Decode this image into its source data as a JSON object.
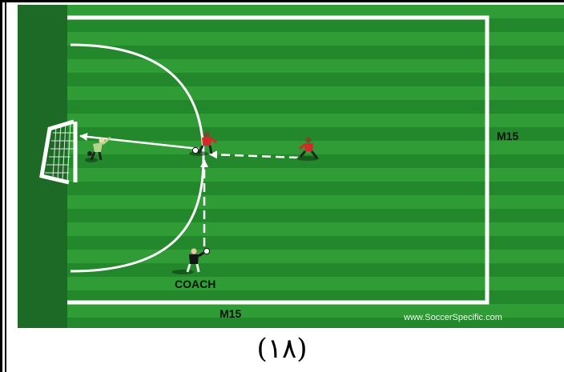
{
  "diagram": {
    "labels": {
      "right_team": "M15",
      "bottom_team": "M15",
      "coach": "COACH",
      "credit": "www.SoccerSpecific.com"
    },
    "caption": "(١٨)",
    "colors": {
      "grass_light": "#2f9c36",
      "grass_dark": "#23882b",
      "goal_area_dark": "#1d6a27",
      "lines": "#ffffff",
      "player_red": "#d8262a",
      "coach_black": "#141414"
    },
    "icons": [
      "goal-net-icon",
      "goalkeeper-icon",
      "player-red-icon",
      "coach-icon",
      "ball-icon"
    ]
  }
}
